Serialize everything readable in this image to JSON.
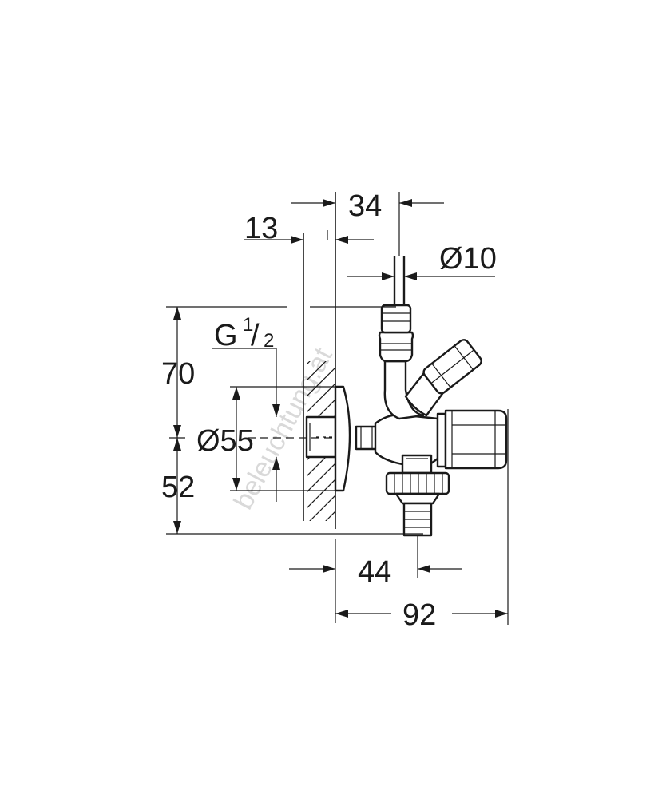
{
  "dimensions": {
    "d34": "34",
    "d13": "13",
    "d10": "Ø10",
    "thread_g": "G",
    "thread_num": "1",
    "thread_slash": "/",
    "thread_den": "2",
    "d70": "70",
    "d55": "Ø55",
    "d52": "52",
    "d44": "44",
    "d92": "92"
  },
  "watermark": "beleuchtung.at",
  "colors": {
    "line": "#1a1a1a",
    "background": "#ffffff",
    "watermark": "#d9d9d9"
  }
}
